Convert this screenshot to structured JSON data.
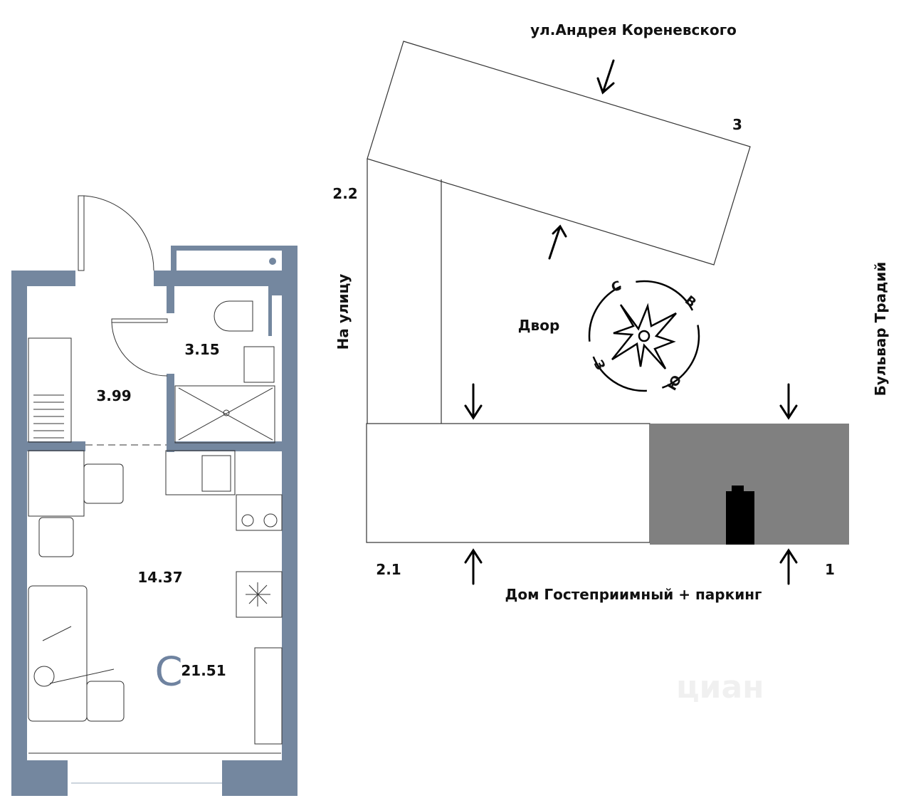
{
  "colors": {
    "wall": "#74879f",
    "site_parking": "#808080",
    "line": "#222222"
  },
  "apartment": {
    "class_letter": "С",
    "total_area": "21.51",
    "rooms": [
      {
        "name": "bathroom",
        "area": "3.15"
      },
      {
        "name": "hallway",
        "area": "3.99"
      },
      {
        "name": "living-kitchen",
        "area": "14.37"
      }
    ]
  },
  "site_plan": {
    "street_top": "ул.Андрея Кореневского",
    "street_right": "Бульвар Традий",
    "to_street": "На улицу",
    "courtyard": "Двор",
    "bottom_building": "Дом Гостеприимный + паркинг",
    "building_numbers": {
      "top": "3",
      "left_top": "2.2",
      "left_bottom": "2.1",
      "right": "1"
    },
    "compass": {
      "north": "С",
      "east": "В",
      "south": "Ю",
      "west": "З"
    }
  },
  "watermark": "циан"
}
